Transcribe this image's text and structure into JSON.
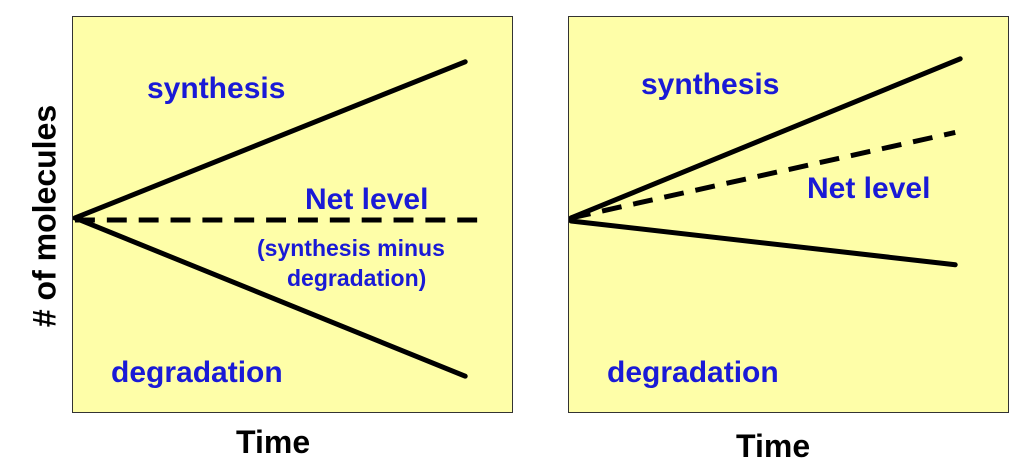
{
  "y_axis_label": "# of molecules",
  "panels": [
    {
      "x_axis_label": "Time",
      "labels": {
        "synthesis": "synthesis",
        "net_level": "Net level",
        "net_sub_line1": "(synthesis minus",
        "net_sub_line2": "degradation)",
        "degradation": "degradation"
      }
    },
    {
      "x_axis_label": "Time",
      "labels": {
        "synthesis": "synthesis",
        "net_level": "Net level",
        "degradation": "degradation"
      }
    }
  ],
  "colors": {
    "panel_background": "#fefea8",
    "label_text": "#1a1ad6",
    "line": "#000000"
  }
}
